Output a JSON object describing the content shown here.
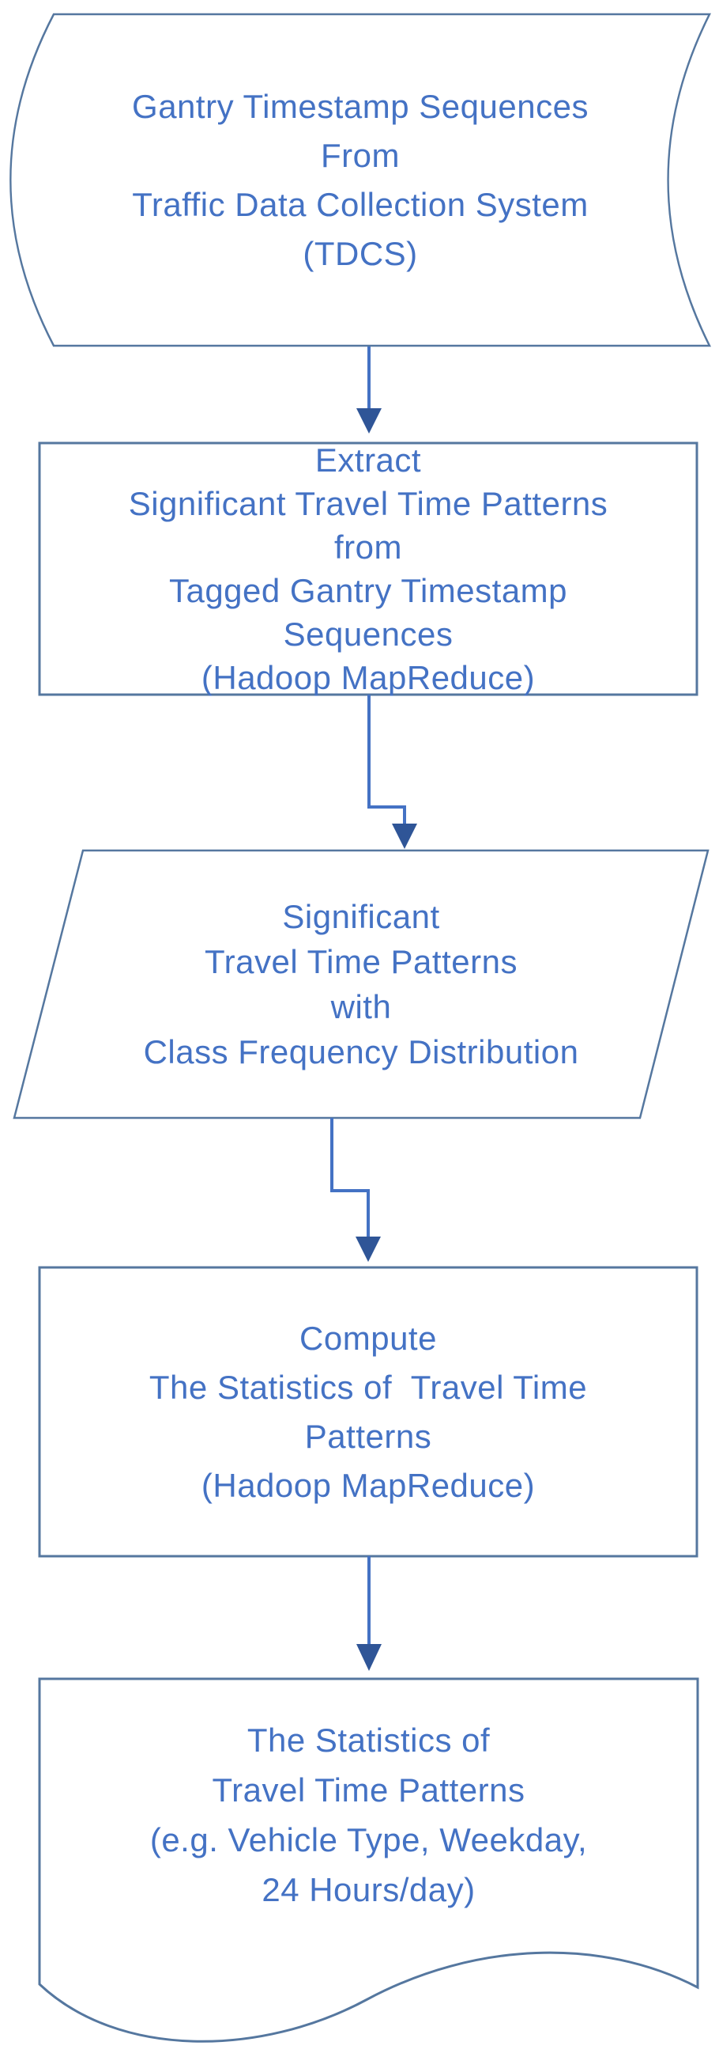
{
  "diagram": {
    "type": "flowchart",
    "background_color": "#ffffff",
    "border_color": "#55779f",
    "text_color": "#4472C4",
    "connector_color": "#4472C4",
    "arrowhead_color": "#2F5597",
    "nodes": {
      "source": {
        "shape": "stored-data",
        "lines": [
          "Gantry Timestamp Sequences",
          "From",
          "Traffic Data Collection System",
          "(TDCS)"
        ]
      },
      "extract": {
        "shape": "process-rectangle",
        "lines": [
          "Extract",
          "Significant Travel Time Patterns",
          "from",
          "Tagged Gantry Timestamp",
          "Sequences",
          "(Hadoop MapReduce)"
        ]
      },
      "patterns": {
        "shape": "parallelogram",
        "lines": [
          "Significant",
          "Travel Time Patterns",
          "with",
          "Class Frequency Distribution"
        ]
      },
      "compute": {
        "shape": "process-rectangle",
        "lines": [
          "Compute",
          "The Statistics of  Travel Time",
          "Patterns",
          "(Hadoop MapReduce)"
        ]
      },
      "output": {
        "shape": "document",
        "lines": [
          "The Statistics of",
          "Travel Time Patterns",
          "(e.g. Vehicle Type, Weekday,",
          "24 Hours/day)"
        ]
      }
    },
    "connectors": [
      {
        "from": "source",
        "to": "extract",
        "style": "straight-arrow-down"
      },
      {
        "from": "extract",
        "to": "patterns",
        "style": "elbow-arrow-down-right"
      },
      {
        "from": "patterns",
        "to": "compute",
        "style": "elbow-arrow-down-right"
      },
      {
        "from": "compute",
        "to": "output",
        "style": "straight-arrow-down"
      }
    ]
  }
}
